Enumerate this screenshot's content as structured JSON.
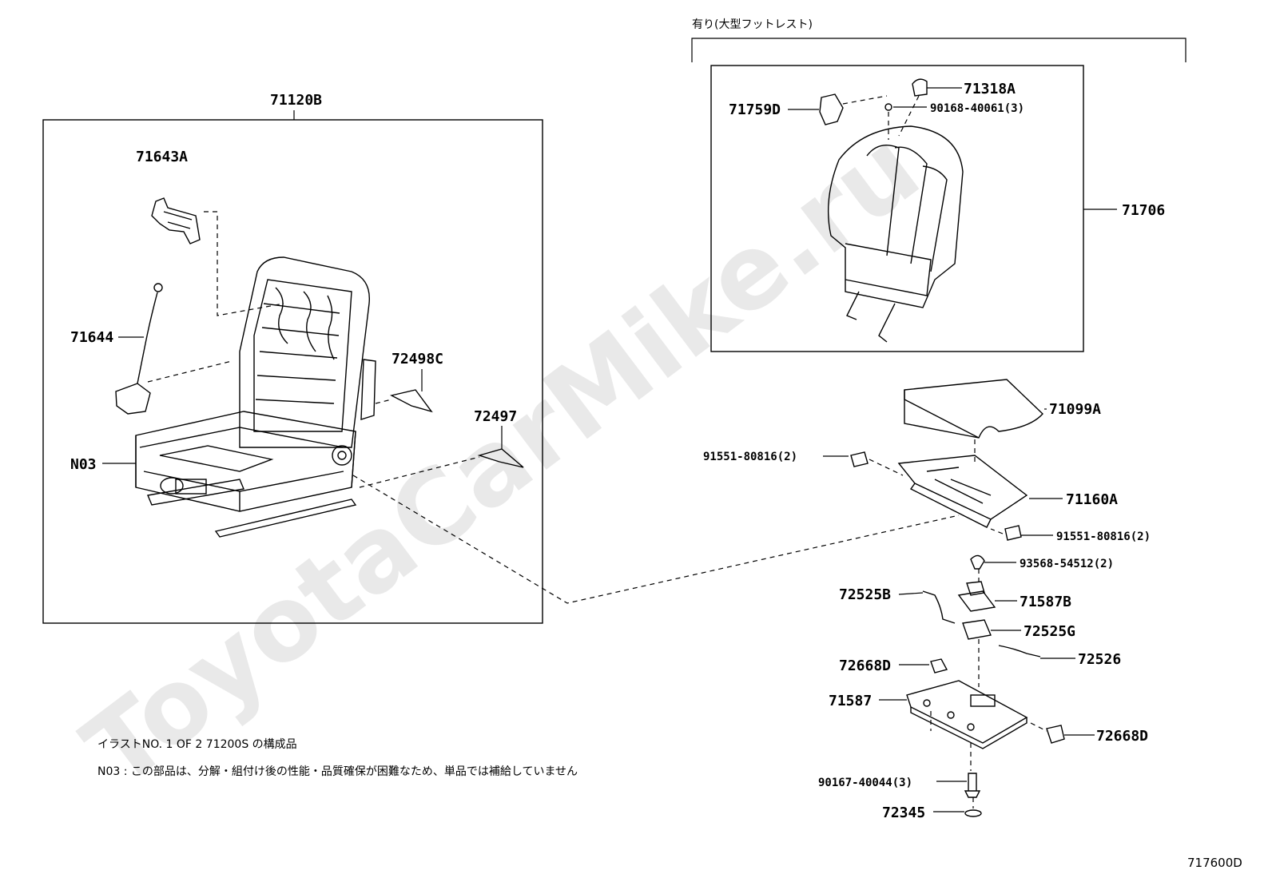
{
  "watermark": "ToyotaCarMike.ru",
  "option_group_label": "有り(大型フットレスト)",
  "footer_code": "717600D",
  "notes": {
    "illustration": "イラストNO. 1 OF 2 71200S の構成品",
    "n03": "N03 : この部品は、分解・組付け後の性能・品質確保が困難なため、単品では補給していません"
  },
  "parts": {
    "p71120B": "71120B",
    "p71643A": "71643A",
    "p71644": "71644",
    "p72498C": "72498C",
    "p72497": "72497",
    "pN03": "N03",
    "p71759D": "71759D",
    "p71318A": "71318A",
    "p90168": "90168-40061(3)",
    "p71706": "71706",
    "p71099A": "71099A",
    "p91551a": "91551-80816(2)",
    "p71160A": "71160A",
    "p91551b": "91551-80816(2)",
    "p93568": "93568-54512(2)",
    "p72525B": "72525B",
    "p71587B": "71587B",
    "p72525G": "72525G",
    "p72526": "72526",
    "p72668Da": "72668D",
    "p71587": "71587",
    "p72668Db": "72668D",
    "p90167": "90167-40044(3)",
    "p72345": "72345"
  }
}
